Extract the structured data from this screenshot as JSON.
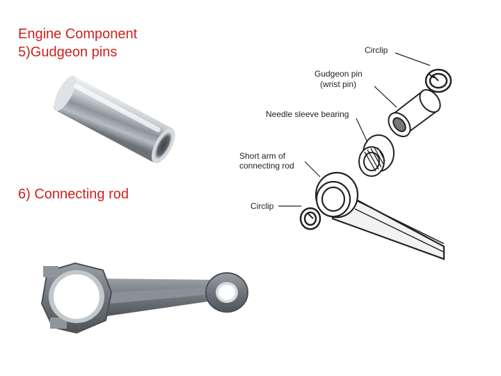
{
  "slide": {
    "title_line1": "Engine Component",
    "title_line2": "5)Gudgeon pins",
    "caption_rod": "6) Connecting rod"
  },
  "diagram": {
    "label_circlip_top": "Circlip",
    "label_gudgeon_line1": "Gudgeon pin",
    "label_gudgeon_line2": "(wrist pin)",
    "label_needle": "Needle sleeve bearing",
    "label_short_arm_line1": "Short arm of",
    "label_short_arm_line2": "connecting rod",
    "label_circlip_bottom": "Circlip"
  },
  "colors": {
    "caption_red": "#cc1f1f",
    "metal_light": "#e6e9ec",
    "metal_dark": "#6d7276"
  }
}
